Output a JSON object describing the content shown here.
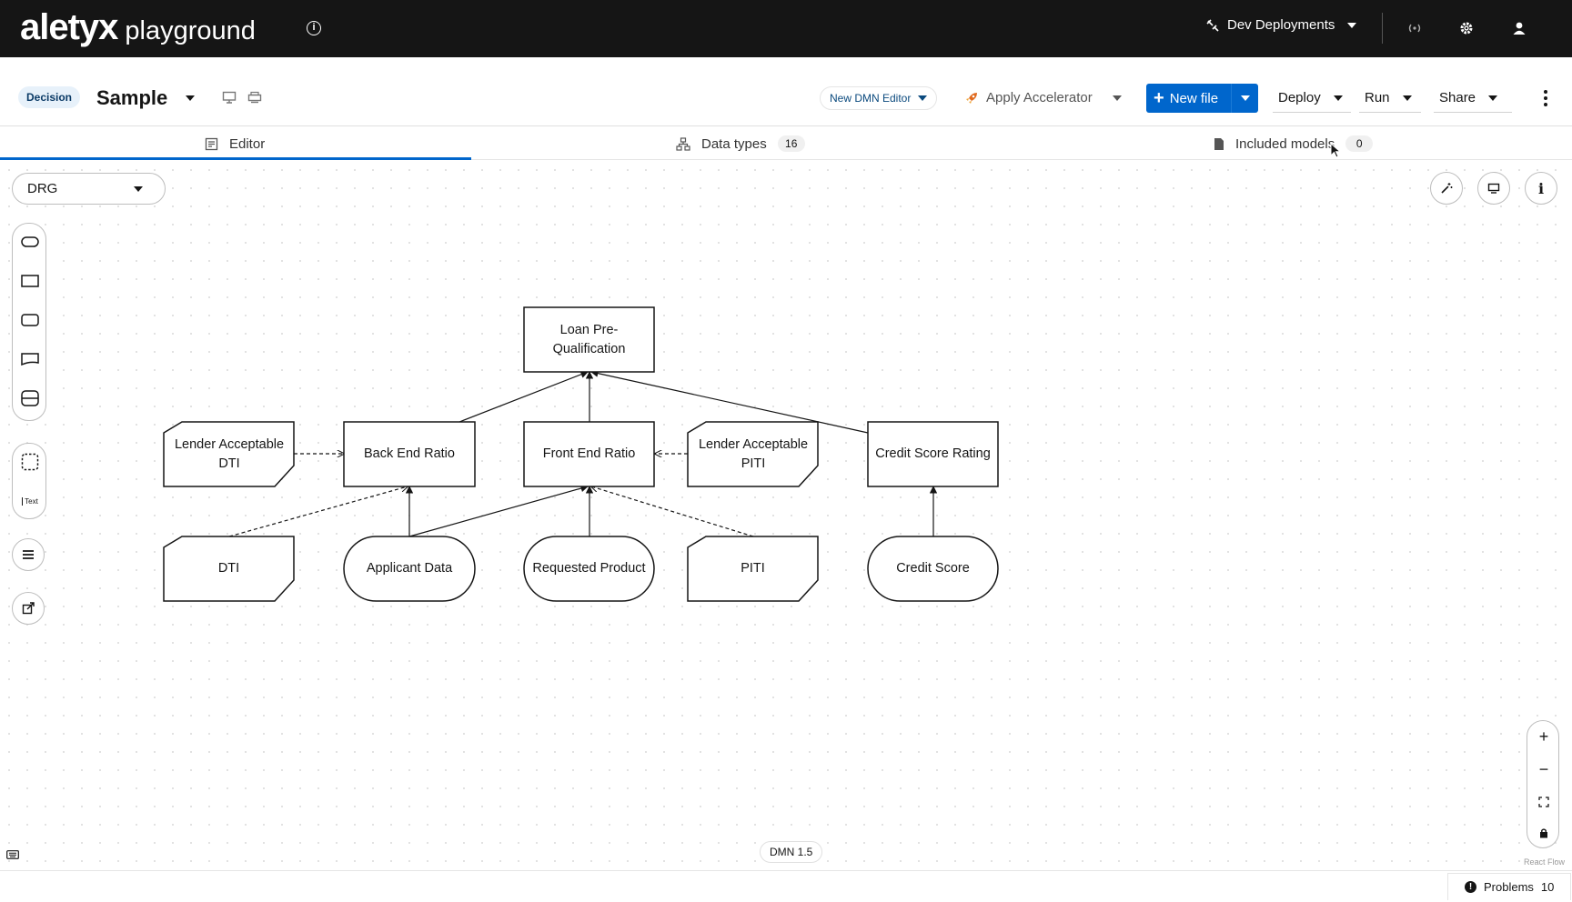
{
  "topbar": {
    "brand_logo": "aletyx",
    "brand_sub": "playground",
    "deployments_label": "Dev Deployments"
  },
  "header": {
    "badge": "Decision",
    "file_name": "Sample",
    "editor_switch_label": "New DMN Editor",
    "accelerator_label": "Apply Accelerator",
    "new_file_label": "New file",
    "deploy_label": "Deploy",
    "run_label": "Run",
    "share_label": "Share"
  },
  "tabs": [
    {
      "label": "Editor"
    },
    {
      "label": "Data types",
      "count": "16"
    },
    {
      "label": "Included models",
      "count": "0"
    }
  ],
  "canvas": {
    "view_select": "DRG",
    "palette_text_tool": "Text",
    "dmn_version": "DMN 1.5",
    "react_flow_label": "React Flow"
  },
  "diagram": {
    "nodes": {
      "loan_prequal": "Loan Pre-Qualification",
      "lender_dti": "Lender Acceptable DTI",
      "back_end_ratio": "Back End Ratio",
      "front_end_ratio": "Front End Ratio",
      "lender_piti": "Lender Acceptable PITI",
      "credit_score_rating": "Credit Score Rating",
      "dti": "DTI",
      "applicant_data": "Applicant Data",
      "requested_product": "Requested Product",
      "piti": "PITI",
      "credit_score": "Credit Score"
    }
  },
  "statusbar": {
    "problems_label": "Problems",
    "problems_count": "10"
  },
  "colors": {
    "topbar_bg": "#151515",
    "primary": "#0066cc",
    "badge_bg": "#e7f1fa",
    "node_stroke": "#151515"
  }
}
